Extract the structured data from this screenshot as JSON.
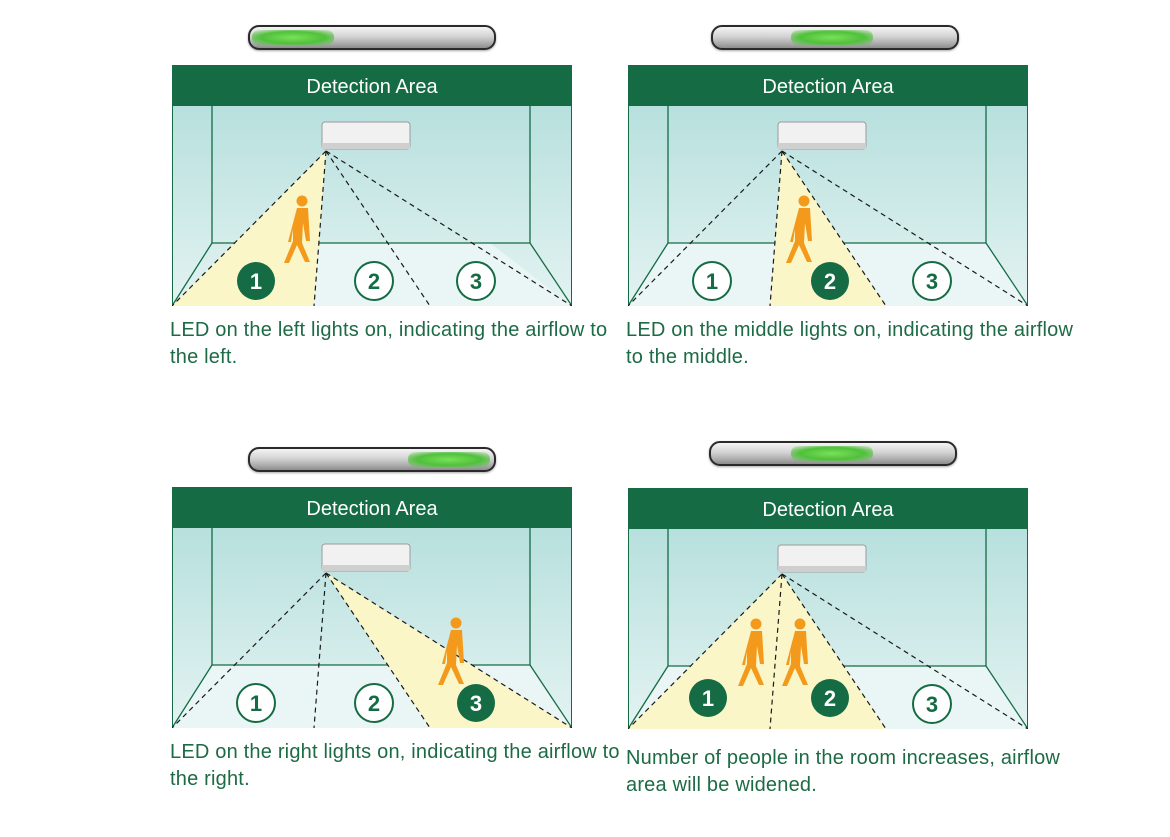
{
  "colors": {
    "header_green": "#146b44",
    "caption_green": "#1d6b45",
    "room_teal": "#b6e1de",
    "airflow_yellow": "#fbf6c8",
    "person_orange": "#f39a1c",
    "led_green": "#5ccb45"
  },
  "panels": [
    {
      "id": "left",
      "led_position": "left",
      "header": "Detection Area",
      "zone_labels": [
        "1",
        "2",
        "3"
      ],
      "active_zones": [
        1
      ],
      "caption": "LED on the left lights on, indicating the airflow to the left."
    },
    {
      "id": "middle",
      "led_position": "middle",
      "header": "Detection Area",
      "zone_labels": [
        "1",
        "2",
        "3"
      ],
      "active_zones": [
        2
      ],
      "caption": "LED on the middle lights on, indicating the airflow to the middle."
    },
    {
      "id": "right",
      "led_position": "right",
      "header": "Detection Area",
      "zone_labels": [
        "1",
        "2",
        "3"
      ],
      "active_zones": [
        3
      ],
      "caption": "LED on the right lights on, indicating the airflow to the right."
    },
    {
      "id": "widened",
      "led_position": "middle",
      "header": "Detection Area",
      "zone_labels": [
        "1",
        "2",
        "3"
      ],
      "active_zones": [
        1,
        2
      ],
      "caption": "Number of people in the room increases, airflow area will be widened."
    }
  ]
}
